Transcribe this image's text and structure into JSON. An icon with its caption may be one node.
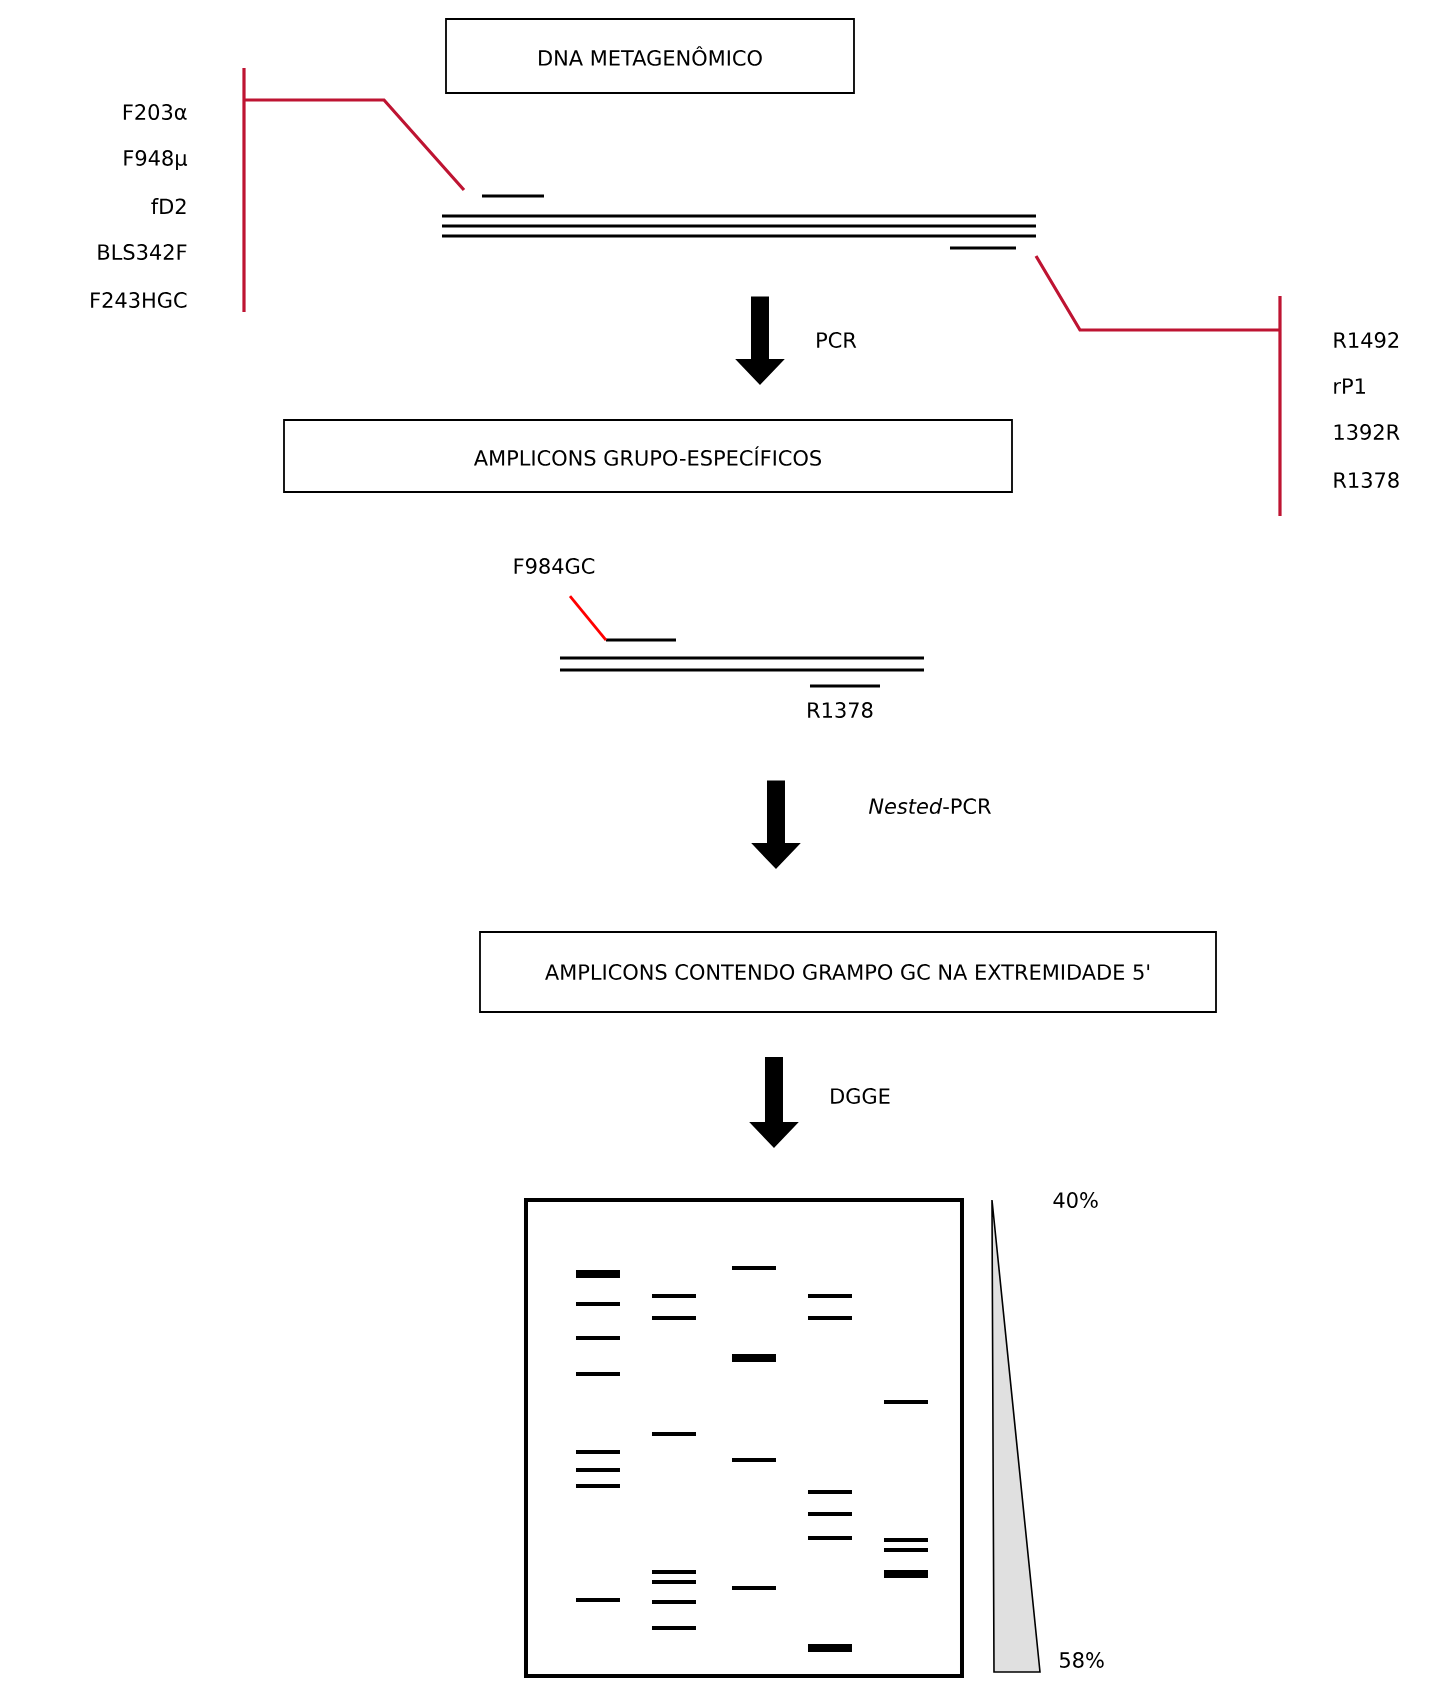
{
  "diagram": {
    "nodes": [
      {
        "text": [
          "DNA METAGENÔMICO"
        ]
      },
      {
        "text": [],
        "shape": "picture"
      },
      {
        "text": [
          "AMPLICONS GRUPO-ESPECÍFICOS"
        ]
      },
      {
        "text": [],
        "shape": "picture"
      },
      {
        "text": [
          "AMPLICONS CONTENDO GRAMPO GC NA EXTREMIDADE 5'"
        ]
      },
      {
        "text": [],
        "shape": "picture"
      }
    ],
    "edges": [
      {
        "from": 1,
        "to": 2,
        "arrow": "to",
        "label": "PCR"
      },
      {
        "from": 3,
        "to": 4,
        "arrow": "to",
        "label": "*Nested*-PCR"
      },
      {
        "from": 4,
        "to": 5,
        "arrow": "to",
        "label": "DGGE"
      }
    ],
    "labels": [
      "F203α",
      "F948μ",
      "fD2",
      "BLS342F",
      "F243HGC",
      "R1492",
      "rP1",
      "1392R",
      "R1378",
      "F984GC",
      "R1378",
      "40%",
      "58%"
    ]
  }
}
